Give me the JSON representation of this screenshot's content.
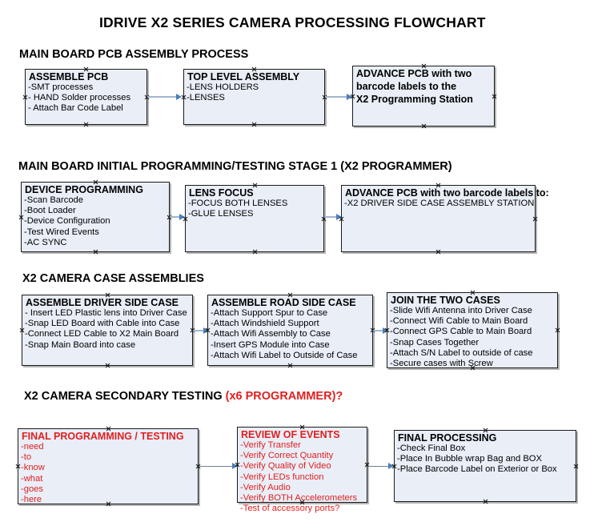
{
  "title": "IDRIVE X2  SERIES CAMERA PROCESSING FLOWCHART",
  "colors": {
    "node_fill": "#e9eef7",
    "node_border": "#1a1a1a",
    "accent_red": "#e02020",
    "connector": "#9fb6cd",
    "arrowhead": "#4a7ebb"
  },
  "sections": [
    {
      "heading": "MAIN BOARD PCB ASSEMBLY PROCESS",
      "heading_accent": "",
      "nodes": [
        {
          "title": "ASSEMBLE PCB",
          "lines": [
            "-SMT processes",
            "- HAND Solder processes",
            "- Attach Bar Code Label"
          ]
        },
        {
          "title": "TOP LEVEL ASSEMBLY",
          "lines": [
            "-LENS HOLDERS",
            "-LENSES"
          ]
        },
        {
          "title": "ADVANCE PCB with two",
          "lines": [
            "barcode labels to the",
            " X2 Programming Station"
          ]
        }
      ]
    },
    {
      "heading": "MAIN BOARD INITIAL PROGRAMMING/TESTING STAGE 1 (X2 PROGRAMMER)",
      "heading_accent": "",
      "nodes": [
        {
          "title": "DEVICE PROGRAMMING",
          "lines": [
            "-Scan Barcode",
            "-Boot Loader",
            "-Device Configuration",
            "-Test Wired Events",
            "-AC SYNC"
          ]
        },
        {
          "title": "LENS FOCUS",
          "lines": [
            "-FOCUS BOTH LENSES",
            "-GLUE LENSES"
          ]
        },
        {
          "title": "ADVANCE PCB with two barcode labels to:",
          "lines": [
            "-X2 DRIVER  SIDE  CASE  ASSEMBLY STATION"
          ]
        }
      ]
    },
    {
      "heading": "X2 CAMERA CASE ASSEMBLIES",
      "heading_accent": "",
      "nodes": [
        {
          "title": "ASSEMBLE DRIVER SIDE CASE",
          "lines": [
            "- Insert LED Plastic lens into Driver Case",
            "-Snap LED Board with Cable into Case",
            "-Connect LED Cable to X2 Main Board",
            "-Snap Main Board into case"
          ]
        },
        {
          "title": "ASSEMBLE ROAD SIDE CASE",
          "lines": [
            "-Attach Support Spur to Case",
            "-Attach Windshield Support",
            "-Attach Wifi Assembly to Case",
            "-Insert GPS Module into Case",
            "-Attach Wifi Label to Outside of Case"
          ]
        },
        {
          "title": "JOIN THE TWO CASES",
          "lines": [
            "-Slide Wifi Antenna into Driver Case",
            "-Connect Wifi Cable to Main Board",
            "-Connect GPS Cable to Main Board",
            "-Snap Cases Together",
            "-Attach S/N Label to outside of case",
            "-Secure cases with Screw"
          ]
        }
      ]
    },
    {
      "heading": "X2 CAMERA SECONDARY TESTING ",
      "heading_accent": "(x6 PROGRAMMER)?",
      "nodes": [
        {
          "title": "FINAL PROGRAMMING / TESTING",
          "lines": [
            "-need",
            "-to",
            "-know",
            "-what",
            "-goes",
            "-here"
          ]
        },
        {
          "title": "REVIEW OF EVENTS",
          "lines": [
            "-Verify Transfer",
            "-Verify Correct Quantity",
            "-Verify Quality of Video",
            "-Verify LEDs function",
            "-Verify Audio",
            "-Verify BOTH Accelerometers",
            "-Test of accessory ports?"
          ]
        },
        {
          "title": "FINAL PROCESSING",
          "lines": [
            "-Check Final Box",
            "-Place In Bubble wrap Bag and BOX",
            "-Place Barcode Label on Exterior or Box"
          ]
        }
      ]
    }
  ]
}
